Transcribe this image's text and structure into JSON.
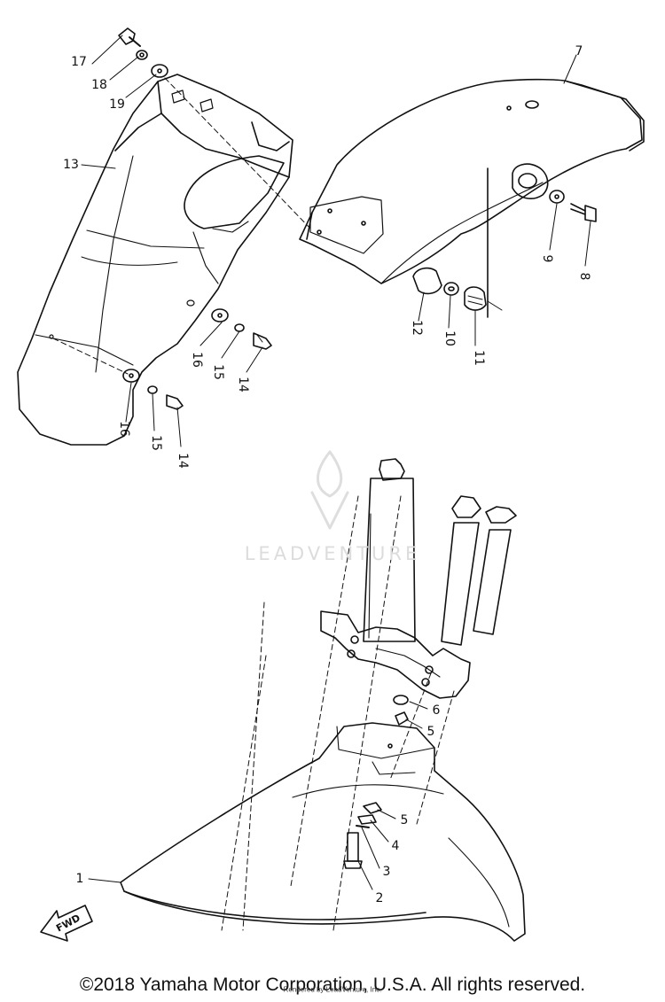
{
  "diagram": {
    "callouts": [
      {
        "id": "c1",
        "label": "1"
      },
      {
        "id": "c2",
        "label": "2"
      },
      {
        "id": "c3",
        "label": "3"
      },
      {
        "id": "c4",
        "label": "4"
      },
      {
        "id": "c5a",
        "label": "5"
      },
      {
        "id": "c5b",
        "label": "5"
      },
      {
        "id": "c6",
        "label": "6"
      },
      {
        "id": "c7",
        "label": "7"
      },
      {
        "id": "c8",
        "label": "8"
      },
      {
        "id": "c9",
        "label": "9"
      },
      {
        "id": "c10",
        "label": "10"
      },
      {
        "id": "c11",
        "label": "11"
      },
      {
        "id": "c12",
        "label": "12"
      },
      {
        "id": "c13",
        "label": "13"
      },
      {
        "id": "c14a",
        "label": "14"
      },
      {
        "id": "c14b",
        "label": "14"
      },
      {
        "id": "c15a",
        "label": "15"
      },
      {
        "id": "c15b",
        "label": "15"
      },
      {
        "id": "c16a",
        "label": "16"
      },
      {
        "id": "c16b",
        "label": "16"
      },
      {
        "id": "c17",
        "label": "17"
      },
      {
        "id": "c18",
        "label": "18"
      },
      {
        "id": "c19",
        "label": "19"
      }
    ],
    "fwd_label": "FWD"
  },
  "watermark": {
    "text": "LEADVENTURE"
  },
  "footer": {
    "copyright": "©2018 Yamaha Motor Corporation, U.S.A. All rights reserved.",
    "rendered_by": "Rendered by LeadVenture, Inc."
  }
}
